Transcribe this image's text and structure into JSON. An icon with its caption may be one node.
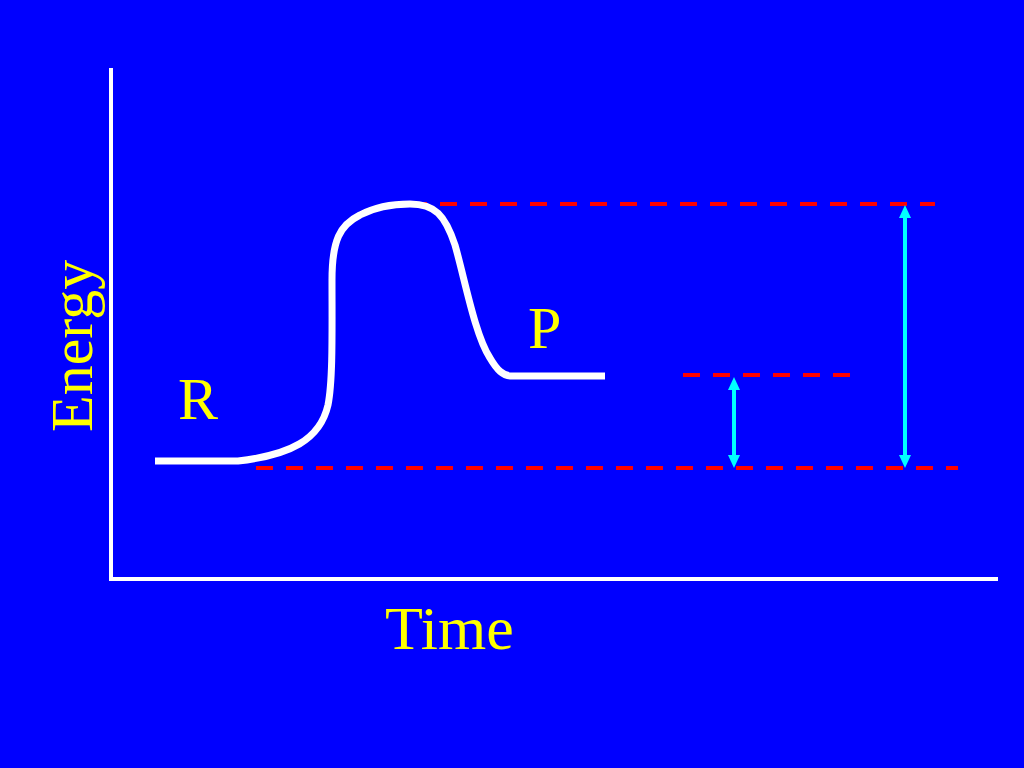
{
  "diagram": {
    "labels": [
      "Energy",
      "R",
      "P",
      "Time"
    ]
  }
}
